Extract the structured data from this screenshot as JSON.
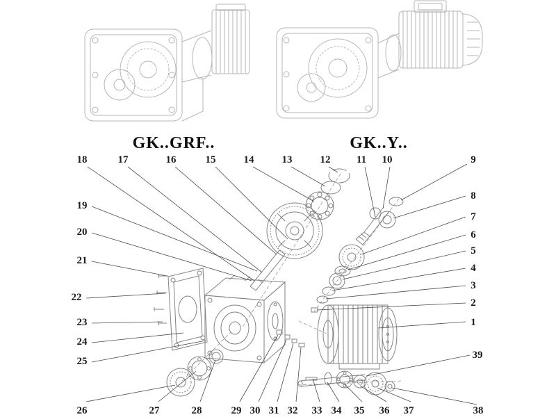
{
  "titles": {
    "left": "GK..GRF..",
    "right": "GK..Y.."
  },
  "callouts": {
    "top": [
      "18",
      "17",
      "16",
      "15",
      "14",
      "13",
      "12",
      "11",
      "10",
      "9"
    ],
    "right": [
      "8",
      "7",
      "6",
      "5",
      "4",
      "3",
      "2",
      "1",
      "39"
    ],
    "left": [
      "19",
      "20",
      "21",
      "22",
      "23",
      "24",
      "25"
    ],
    "bottom": [
      "26",
      "27",
      "28",
      "29",
      "30",
      "31",
      "32",
      "33",
      "34",
      "35",
      "36",
      "37",
      "38"
    ]
  }
}
